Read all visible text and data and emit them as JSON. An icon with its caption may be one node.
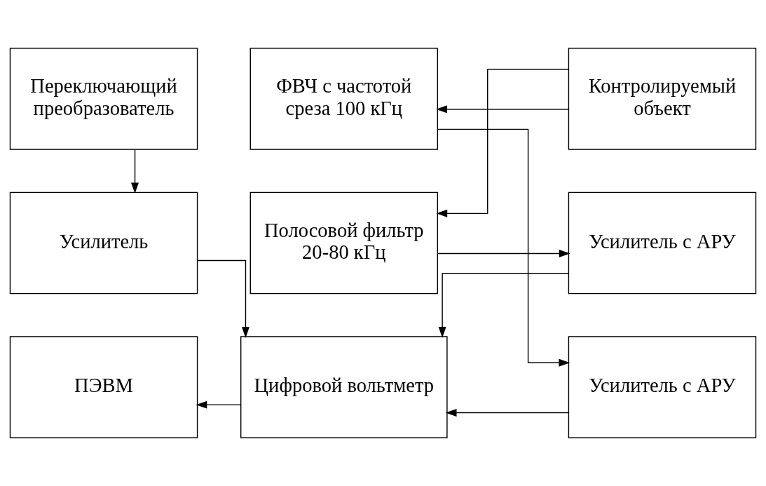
{
  "diagram": {
    "nodes": [
      {
        "text": [
          "Переключающий преобразователь"
        ]
      },
      {
        "text": [
          "ФВЧ с частотой среза 100 кГц"
        ]
      },
      {
        "text": [
          "Контролируемый объект"
        ]
      },
      {
        "text": [
          "Усилитель"
        ]
      },
      {
        "text": [
          "Полосовой фильтр 20-80 кГц"
        ]
      },
      {
        "text": [
          "Усилитель с АРУ"
        ]
      },
      {
        "text": [
          "ПЭВМ"
        ]
      },
      {
        "text": [
          "Цифровой вольтметр"
        ]
      },
      {
        "text": [
          "Усилитель с АРУ"
        ]
      }
    ],
    "edges": [
      {
        "from": 2,
        "to": 1,
        "arrow": "to"
      },
      {
        "from": 0,
        "to": 3,
        "arrow": "to"
      },
      {
        "from": 2,
        "to": 4,
        "arrow": "to"
      },
      {
        "from": 4,
        "to": 5,
        "arrow": "to"
      },
      {
        "from": 1,
        "to": 8,
        "arrow": "to"
      },
      {
        "from": 5,
        "to": 7,
        "arrow": "to"
      },
      {
        "from": 8,
        "to": 7,
        "arrow": "to"
      },
      {
        "from": 7,
        "to": 6,
        "arrow": "to"
      },
      {
        "from": 3,
        "to": 7,
        "arrow": "to"
      }
    ]
  }
}
